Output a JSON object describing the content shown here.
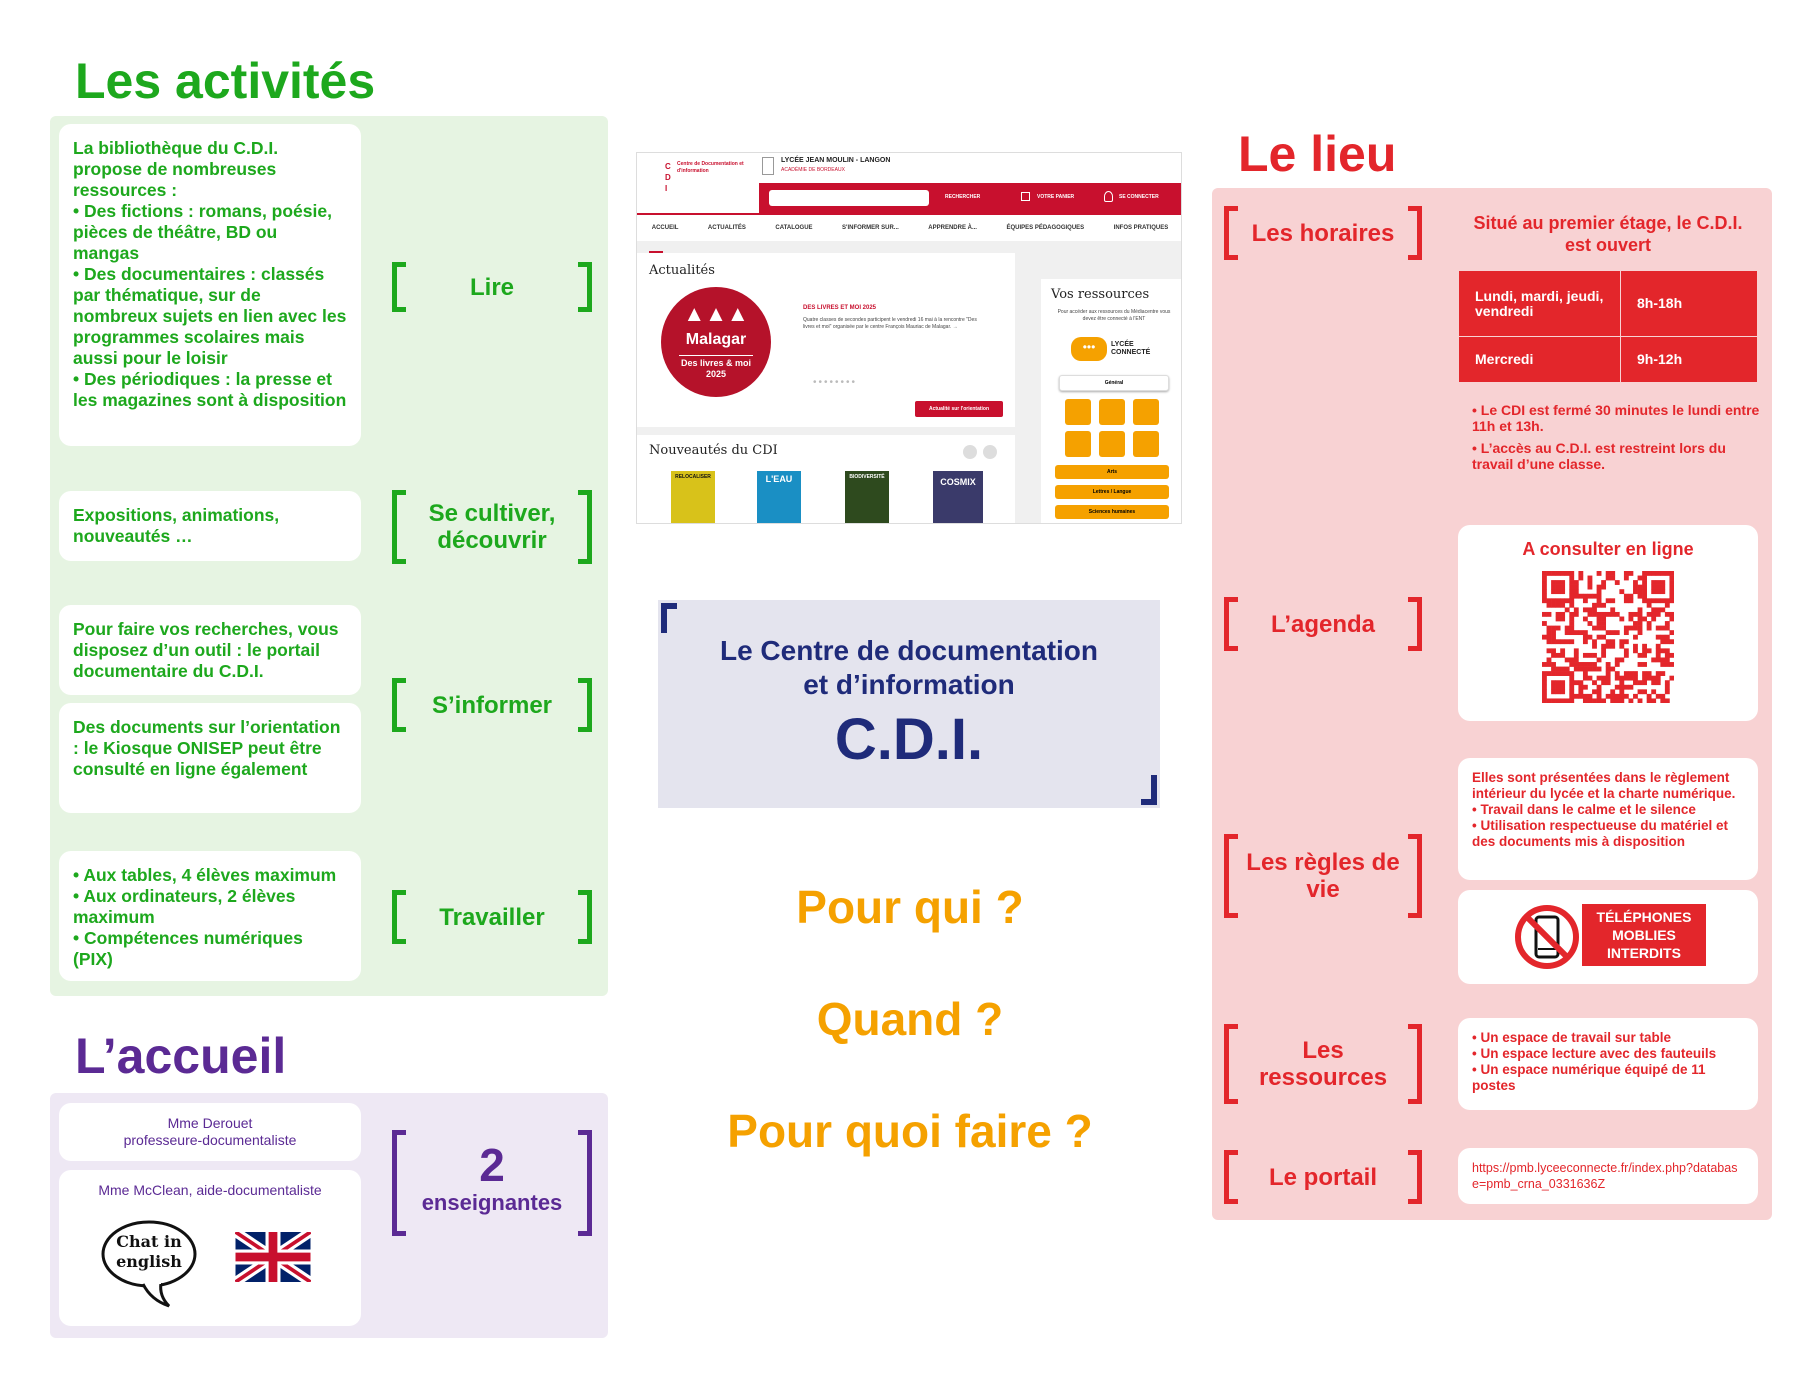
{
  "activites": {
    "title": "Les activités",
    "lire": {
      "label": "Lire",
      "text": "La bibliothèque du C.D.I. propose de nombreuses ressources :\n• Des fictions : romans, poésie, pièces de théâtre, BD ou mangas\n• Des documentaires : classés par thématique, sur de nombreux sujets en lien avec les programmes scolaires mais aussi pour le loisir\n• Des périodiques : la presse et les magazines sont à disposition"
    },
    "cultiver": {
      "label": "Se cultiver, découvrir",
      "text": "Expositions, animations, nouveautés …"
    },
    "informer": {
      "label": "S’informer",
      "text1": "Pour faire vos recherches, vous disposez d’un outil : le portail documentaire du C.D.I.",
      "text2": "Des documents sur l’orientation : le Kiosque ONISEP peut être consulté en ligne également"
    },
    "travailler": {
      "label": "Travailler",
      "text": "• Aux tables, 4 élèves maximum\n• Aux ordinateurs, 2 élèves maximum\n• Compétences numériques (PIX)"
    }
  },
  "accueil": {
    "title": "L’accueil",
    "person1_name": "Mme Derouet",
    "person1_role": "professeure-documentaliste",
    "person2": "Mme McClean, aide-documentaliste",
    "chat_line1": "Chat in",
    "chat_line2": "english",
    "count": "2",
    "count_label": "enseignantes"
  },
  "site": {
    "logo_letters": [
      "C",
      "D",
      "I"
    ],
    "logo_text": "Centre de Documentation et d'information",
    "school": "LYCÉE JEAN MOULIN - LANGON",
    "academy": "ACADÉMIE DE BORDEAUX",
    "search_btn": "RECHERCHER",
    "cart": "VOTRE PANIER",
    "login": "SE CONNECTER",
    "menu": [
      "ACCUEIL",
      "ACTUALITÉS",
      "CATALOGUE",
      "S'INFORMER SUR...",
      "APPRENDRE À...",
      "ÉQUIPES PÉDAGOGIQUES",
      "INFOS PRATIQUES"
    ],
    "news_title": "Actualités",
    "badge_name": "Malagar",
    "badge_sub": "Des livres & moi 2025",
    "news_headline": "DES LIVRES ET MOI 2025",
    "news_body": "Quatre classes de secondes participent le vendredi 16 mai à la rencontre \"Des livres et moi\" organisée par le centre François Mauriac de Malagar. →",
    "news_button": "Actualité sur l'orientation",
    "novelties_title": "Nouveautés du CDI",
    "covers": [
      "RELOCALISER",
      "L'EAU",
      "BIODIVERSITÉ",
      "COSMIX"
    ],
    "resources_title": "Vos ressources",
    "resources_text": "Pour accéder aux ressources du Médiacentre vous devez être connecté à l'ENT",
    "lycee_connecte": "LYCÉE CONNECTÉ",
    "general": "Général",
    "res_buttons": [
      "Arts",
      "Lettres / Langue",
      "Sciences humaines"
    ]
  },
  "cdi": {
    "line1": "Le Centre de documentation",
    "line2": "et d’information",
    "acronym": "C.D.I."
  },
  "questions": [
    "Pour qui ?",
    "Quand ?",
    "Pour quoi faire ?"
  ],
  "lieu": {
    "title": "Le lieu",
    "horaires_label": "Les horaires",
    "situation": "Situé au premier étage, le C.D.I. est ouvert",
    "hours": [
      {
        "days": "Lundi, mardi, jeudi, vendredi",
        "time": "8h-18h"
      },
      {
        "days": "Mercredi",
        "time": "9h-12h"
      }
    ],
    "note1": "• Le CDI est fermé 30 minutes le lundi entre 11h et 13h.",
    "note2": "• L’accès au C.D.I. est restreint lors du travail d’une classe.",
    "agenda_label": "L’agenda",
    "agenda_title": "A consulter en ligne",
    "regles_label": "Les règles de vie",
    "regles_text": "Elles sont présentées dans le règlement intérieur du lycée et la charte numérique.\n• Travail dans le calme et le silence\n• Utilisation respectueuse du matériel et des documents mis à disposition",
    "phone_sign_line1": "TÉLÉPHONES",
    "phone_sign_line2": "MOBLIES",
    "phone_sign_line3": "INTERDITS",
    "ressources_label": "Les ressources",
    "ressources_text": "• Un espace de travail sur table\n• Un espace lecture avec des fauteuils\n• Un espace numérique équipé de 11 postes",
    "portail_label": "Le portail",
    "portail_url": "https://pmb.lyceeconnecte.fr/index.php?database=pmb_crna_0331636Z"
  },
  "colors": {
    "green": "#1da81d",
    "purple": "#5b2a94",
    "red": "#e3262b",
    "orange": "#f5a100",
    "navy": "#1f2b7a"
  }
}
